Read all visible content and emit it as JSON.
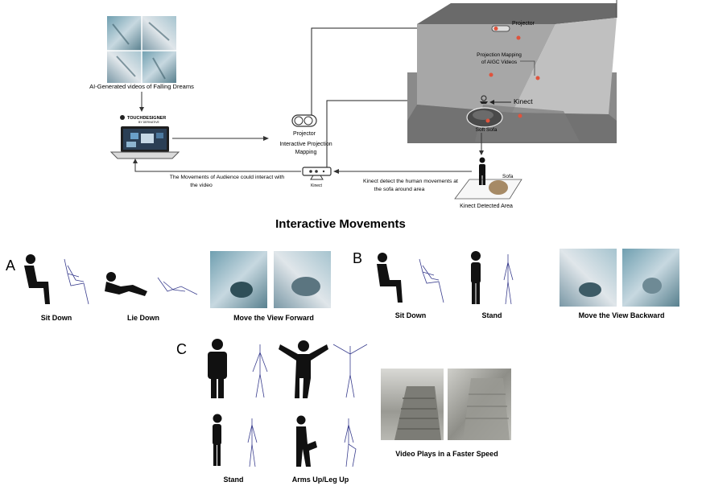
{
  "top": {
    "videos_caption": "AI-Generated videos of Falling Dreams",
    "td_logo": "TOUCHDESIGNER",
    "td_logo_sub": "BY DERIVATIVE",
    "projector_label": "Projector",
    "projector_caption_1": "Interactive Projection",
    "projector_caption_2": "Mapping",
    "kinect_small": "Kinect",
    "movements_caption_1": "The Movements of Audience  could interact with",
    "movements_caption_2": "the video",
    "kinect_detect_1": "Kinect detect the human movements at",
    "kinect_detect_2": "the sofa around area",
    "room_projector": "Projector",
    "room_mapping_1": "Projection Mapping",
    "room_mapping_2": "of AIGC Videos",
    "room_kinect": "Kinect",
    "room_sofa": "Soft Sofa",
    "sofa": "Sofa",
    "detected_area": "Kinect Detected Area"
  },
  "title": "Interactive Movements",
  "sectionA": {
    "letter": "A",
    "sit_down": "Sit Down",
    "lie_down": "Lie Down",
    "move_forward": "Move the View Forward"
  },
  "sectionB": {
    "letter": "B",
    "sit_down": "Sit Down",
    "stand": "Stand",
    "move_backward": "Move the View Backward"
  },
  "sectionC": {
    "letter": "C",
    "stand": "Stand",
    "arms_up": "Arms Up/Leg Up",
    "faster": "Video Plays in a Faster Speed"
  },
  "colors": {
    "accent_red": "#e0533c",
    "room_dark": "#6f6f6f",
    "room_mid": "#8d8d8d",
    "room_light": "#b4b4b4",
    "silhouette": "#111111",
    "skeleton": "#3b3f8f"
  }
}
